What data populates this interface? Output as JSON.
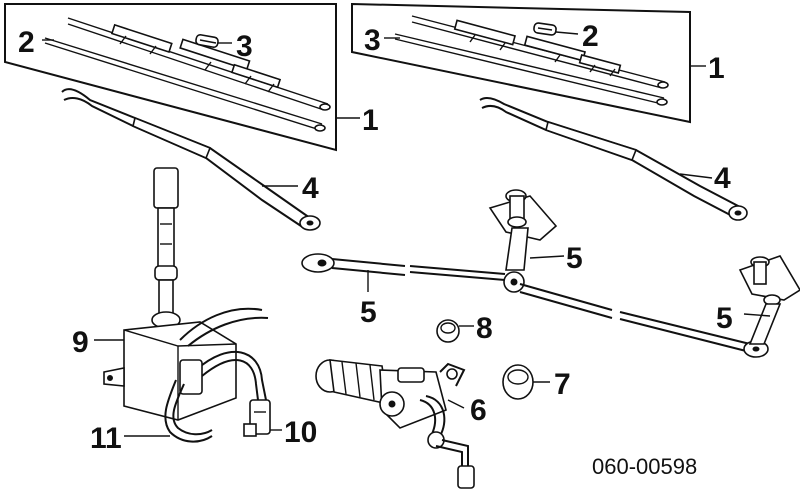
{
  "callouts": {
    "left_box_blade": "2",
    "left_box_insert": "3",
    "left_box_assembly": "1",
    "right_box_insert": "3",
    "right_box_blade": "2",
    "right_box_assembly": "1",
    "left_arm": "4",
    "right_arm": "4",
    "center_pivot": "5",
    "linkage_rod": "5",
    "right_pivot": "5",
    "grommet": "8",
    "reservoir": "9",
    "motor": "6",
    "motor_grommet": "7",
    "hose": "11",
    "pump": "10"
  },
  "diagram_code": "060-00598"
}
